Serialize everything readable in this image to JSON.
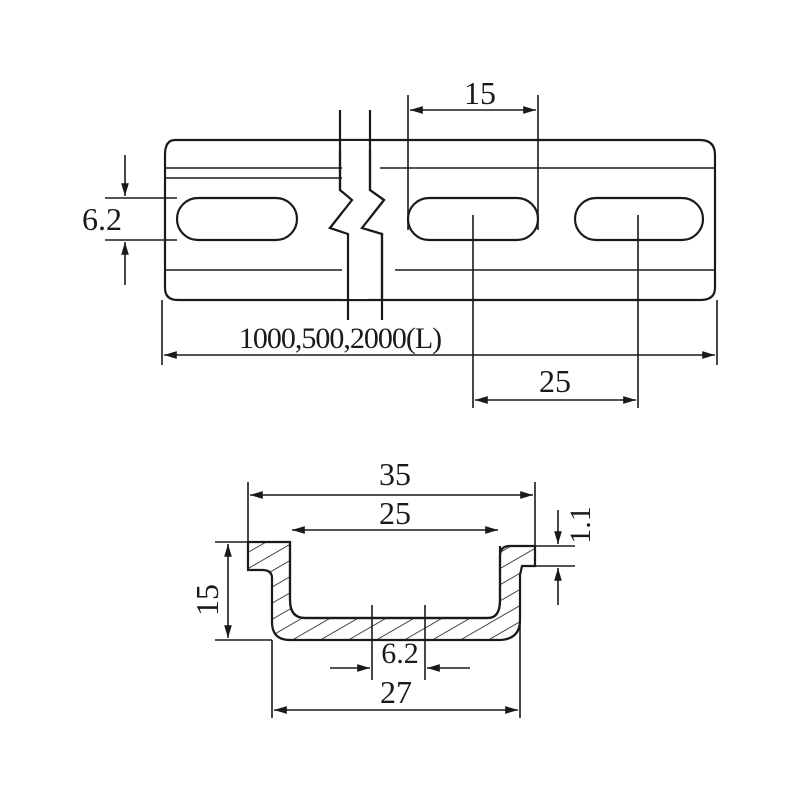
{
  "top_view": {
    "slot_pitch_label": "15",
    "slot_height_label": "6.2",
    "length_label": "1000,500,2000(L)",
    "slot_spacing_label": "25"
  },
  "section_view": {
    "overall_width_label": "35",
    "inner_width_label": "25",
    "thickness_label": "1.1",
    "height_label": "15",
    "slot_width_label": "6.2",
    "base_width_label": "27"
  }
}
